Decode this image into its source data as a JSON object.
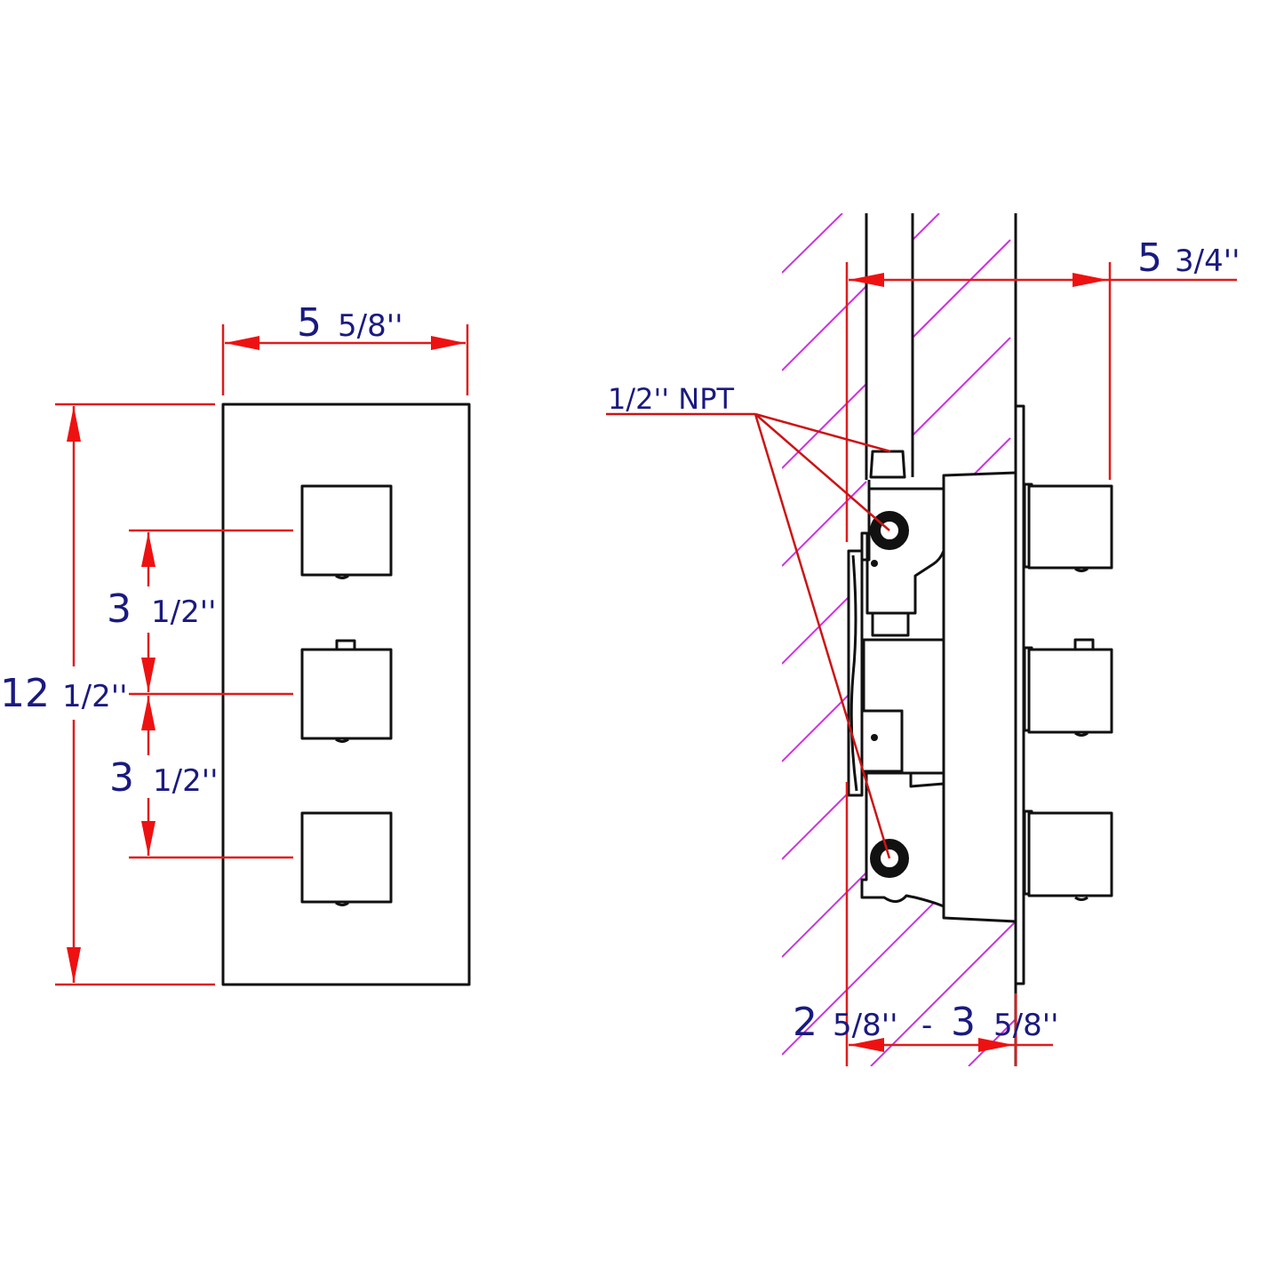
{
  "drawing": {
    "title": "Thermostatic valve with 3 square handles - dimensional drawing",
    "colors": {
      "dimension_line": "#e01b1b",
      "dimension_text": "#1a1a80",
      "outline": "#111111",
      "wall_hatch": "#cc33e0"
    }
  },
  "front_view": {
    "width_dim": {
      "whole": "5",
      "fraction": "5/8''"
    },
    "height_dim": {
      "whole": "12",
      "fraction": "1/2''"
    },
    "spacing_upper": {
      "whole": "3",
      "fraction": "1/2''"
    },
    "spacing_lower": {
      "whole": "3",
      "fraction": "1/2''"
    },
    "handles": [
      "handle-top",
      "handle-middle",
      "handle-bottom"
    ]
  },
  "side_view": {
    "depth_dim": {
      "whole": "5",
      "fraction": "3/4''"
    },
    "pipe_label": "1/2'' NPT",
    "wall_dim": {
      "whole": "2",
      "fraction_a": "5/8''",
      "separator": "-",
      "whole_b": "3",
      "fraction_b": "5/8''"
    }
  }
}
